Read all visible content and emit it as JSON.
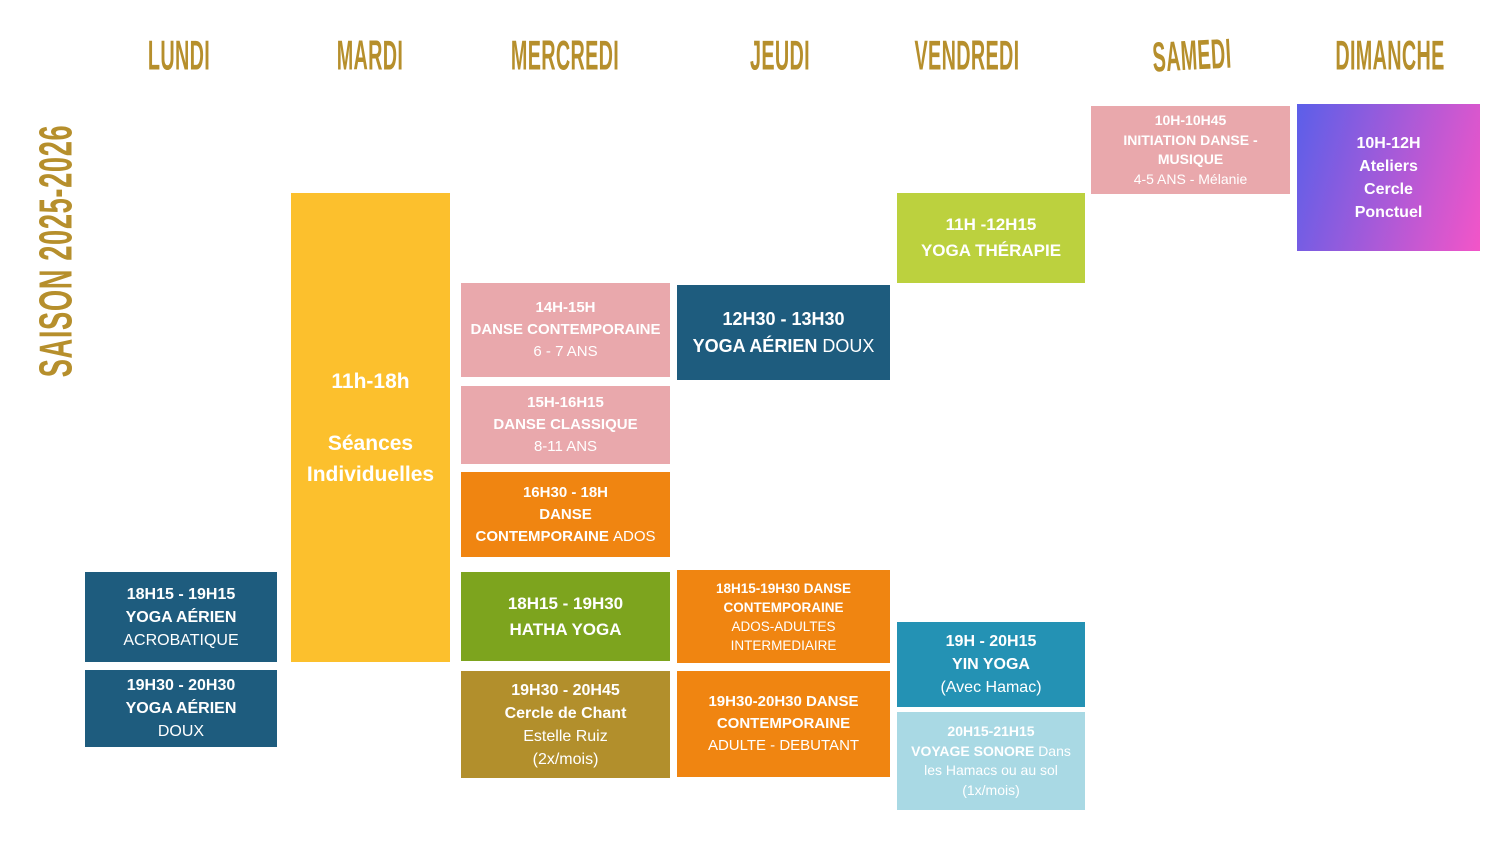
{
  "season": {
    "title": "SAISON 2025-2026"
  },
  "days": [
    {
      "label": "LUNDI"
    },
    {
      "label": "MARDI"
    },
    {
      "label": "MERCREDI"
    },
    {
      "label": "JEUDI"
    },
    {
      "label": "VENDREDI"
    },
    {
      "label": "SAMEDI"
    },
    {
      "label": "DIMANCHE"
    }
  ],
  "colors": {
    "gold_text": "#b68f2c",
    "teal_dark": "#1e5c7e",
    "yellow": "#fcc02d",
    "pink": "#e9a8ac",
    "orange": "#f08511",
    "green": "#7da41e",
    "olive_gold": "#b28f2c",
    "lime": "#bcd13e",
    "teal": "#2492b4",
    "light_blue": "#a9d9e4",
    "gradient": {
      "from": "#5b5fe9",
      "to": "#f355c8"
    },
    "text_on_block": "#ffffff"
  },
  "blocks": {
    "lundi_yoga_aerien_acrobatique": {
      "day": "LUNDI",
      "color": "teal_dark",
      "lines": [
        [
          {
            "t": "18H15 - 19H15",
            "b": true
          }
        ],
        [
          {
            "t": "YOGA AÉRIEN",
            "b": true
          }
        ],
        [
          {
            "t": "ACROBATIQUE"
          }
        ]
      ]
    },
    "lundi_yoga_aerien_doux": {
      "day": "LUNDI",
      "color": "teal_dark",
      "lines": [
        [
          {
            "t": "19H30 - 20H30",
            "b": true
          }
        ],
        [
          {
            "t": "YOGA AÉRIEN",
            "b": true
          }
        ],
        [
          {
            "t": "DOUX"
          }
        ]
      ]
    },
    "mardi_seances_individuelles": {
      "day": "MARDI",
      "color": "yellow",
      "lines": [
        [
          {
            "t": "11h-18h",
            "b": true
          }
        ],
        [
          {
            "t": " "
          }
        ],
        [
          {
            "t": "Séances",
            "b": true
          }
        ],
        [
          {
            "t": "Individuelles",
            "b": true
          }
        ]
      ]
    },
    "mercredi_danse_contemporaine_6_7": {
      "day": "MERCREDI",
      "color": "pink",
      "lines": [
        [
          {
            "t": "14H-15H",
            "b": true
          }
        ],
        [
          {
            "t": "DANSE CONTEMPORAINE",
            "b": true
          }
        ],
        [
          {
            "t": "6 - 7 ANS"
          }
        ]
      ]
    },
    "mercredi_danse_classique_8_11": {
      "day": "MERCREDI",
      "color": "pink",
      "lines": [
        [
          {
            "t": "15H-16H15",
            "b": true
          }
        ],
        [
          {
            "t": "DANSE CLASSIQUE",
            "b": true
          }
        ],
        [
          {
            "t": "8-11 ANS"
          }
        ]
      ]
    },
    "mercredi_danse_contemporaine_ados": {
      "day": "MERCREDI",
      "color": "orange",
      "lines": [
        [
          {
            "t": "16H30 - 18H",
            "b": true
          }
        ],
        [
          {
            "t": "DANSE",
            "b": true
          }
        ],
        [
          {
            "t": "CONTEMPORAINE ",
            "b": true
          },
          {
            "t": "ADOS"
          }
        ]
      ]
    },
    "mercredi_hatha_yoga": {
      "day": "MERCREDI",
      "color": "green",
      "lines": [
        [
          {
            "t": "18H15 - 19H30",
            "b": true
          }
        ],
        [
          {
            "t": "HATHA YOGA",
            "b": true
          }
        ]
      ]
    },
    "mercredi_cercle_de_chant": {
      "day": "MERCREDI",
      "color": "olive_gold",
      "lines": [
        [
          {
            "t": "19H30 - 20H45",
            "b": true
          }
        ],
        [
          {
            "t": "Cercle de Chant",
            "b": true
          }
        ],
        [
          {
            "t": "Estelle Ruiz"
          }
        ],
        [
          {
            "t": "(2x/mois)"
          }
        ]
      ]
    },
    "jeudi_yoga_aerien_doux": {
      "day": "JEUDI",
      "color": "teal_dark",
      "lines": [
        [
          {
            "t": "12H30 - 13H30",
            "b": true
          }
        ],
        [
          {
            "t": "YOGA AÉRIEN ",
            "b": true
          },
          {
            "t": "DOUX"
          }
        ]
      ]
    },
    "jeudi_danse_contemporaine_intermediaire": {
      "day": "JEUDI",
      "color": "orange",
      "lines": [
        [
          {
            "t": "18H15-19H30 DANSE",
            "b": true
          }
        ],
        [
          {
            "t": "CONTEMPORAINE",
            "b": true
          }
        ],
        [
          {
            "t": "ADOS-ADULTES"
          }
        ],
        [
          {
            "t": "INTERMEDIAIRE"
          }
        ]
      ]
    },
    "jeudi_danse_contemporaine_debutant": {
      "day": "JEUDI",
      "color": "orange",
      "lines": [
        [
          {
            "t": "19H30-20H30 DANSE",
            "b": true
          }
        ],
        [
          {
            "t": "CONTEMPORAINE",
            "b": true
          }
        ],
        [
          {
            "t": "ADULTE - DEBUTANT"
          }
        ]
      ]
    },
    "vendredi_yoga_therapie": {
      "day": "VENDREDI",
      "color": "lime",
      "lines": [
        [
          {
            "t": "11H -12H15",
            "b": true
          }
        ],
        [
          {
            "t": "YOGA THÉRAPIE",
            "b": true
          }
        ]
      ]
    },
    "vendredi_yin_yoga": {
      "day": "VENDREDI",
      "color": "teal",
      "lines": [
        [
          {
            "t": "19H - 20H15",
            "b": true
          }
        ],
        [
          {
            "t": "YIN YOGA",
            "b": true
          }
        ],
        [
          {
            "t": "(Avec Hamac)"
          }
        ]
      ]
    },
    "vendredi_voyage_sonore": {
      "day": "VENDREDI",
      "color": "light_blue",
      "lines": [
        [
          {
            "t": "20H15-21H15",
            "b": true
          }
        ],
        [
          {
            "t": "VOYAGE SONORE ",
            "b": true
          },
          {
            "t": "Dans"
          }
        ],
        [
          {
            "t": "les Hamacs ou au sol"
          }
        ],
        [
          {
            "t": "(1x/mois)"
          }
        ]
      ]
    },
    "samedi_initiation_danse_musique": {
      "day": "SAMEDI",
      "color": "pink",
      "lines": [
        [
          {
            "t": "10H-10H45",
            "b": true
          }
        ],
        [
          {
            "t": "INITIATION DANSE -",
            "b": true
          }
        ],
        [
          {
            "t": "MUSIQUE",
            "b": true
          }
        ],
        [
          {
            "t": "4-5 ANS - Mélanie"
          }
        ]
      ]
    },
    "dimanche_ateliers_cercle_ponctuel": {
      "day": "DIMANCHE",
      "color": "gradient",
      "lines": [
        [
          {
            "t": "10H-12H",
            "b": true
          }
        ],
        [
          {
            "t": "Ateliers",
            "b": true
          }
        ],
        [
          {
            "t": "Cercle",
            "b": true
          }
        ],
        [
          {
            "t": "Ponctuel",
            "b": true
          }
        ]
      ]
    }
  }
}
